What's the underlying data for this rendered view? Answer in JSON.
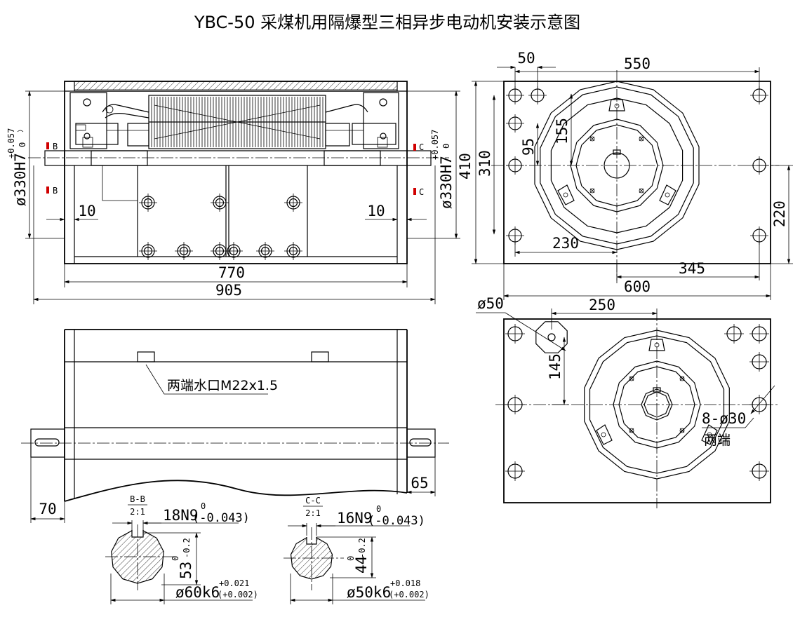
{
  "title": "YBC-50 采煤机用隔爆型三相异步电动机安装示意图",
  "front_view": {
    "dim_overall": "905",
    "dim_body": "770",
    "dim_gap_left": "10",
    "dim_gap_right": "10",
    "dim_bore_left": "ø330H7",
    "dim_bore_right": "ø330H7",
    "tol_upper": "+0.057",
    "tol_lower": "0",
    "sec_b": "B",
    "sec_c": "C"
  },
  "bottom_view": {
    "water_note": "两端水口M22x1.5",
    "dim_shaft_left": "70",
    "dim_shaft_right": "65"
  },
  "right_end_view": {
    "dim_550": "550",
    "dim_50": "50",
    "dim_155": "155",
    "dim_95": "95",
    "dim_410": "410",
    "dim_310": "310",
    "dim_230": "230",
    "dim_345": "345",
    "dim_600": "600",
    "dim_220": "220"
  },
  "left_end_view": {
    "dim_250": "250",
    "dim_dia50": "ø50",
    "dim_145": "145",
    "hole_note": "8-ø30",
    "hole_note_2": "两端"
  },
  "section_bb": {
    "label": "B-B",
    "scale": "2:1",
    "key": "18N9",
    "key_upper": "0",
    "key_lower": "(-0.043)",
    "depth": "53",
    "depth_tol": "-0.2",
    "depth_tol_upper": "0",
    "dia": "ø60k6",
    "dia_upper": "+0.021",
    "dia_lower": "(+0.002)"
  },
  "section_cc": {
    "label": "C-C",
    "scale": "2:1",
    "key": "16N9",
    "key_upper": "0",
    "key_lower": "(-0.043)",
    "depth": "44",
    "depth_tol": "-0.2",
    "depth_tol_upper": "0",
    "dia": "ø50k6",
    "dia_upper": "+0.018",
    "dia_lower": "(+0.002)"
  }
}
